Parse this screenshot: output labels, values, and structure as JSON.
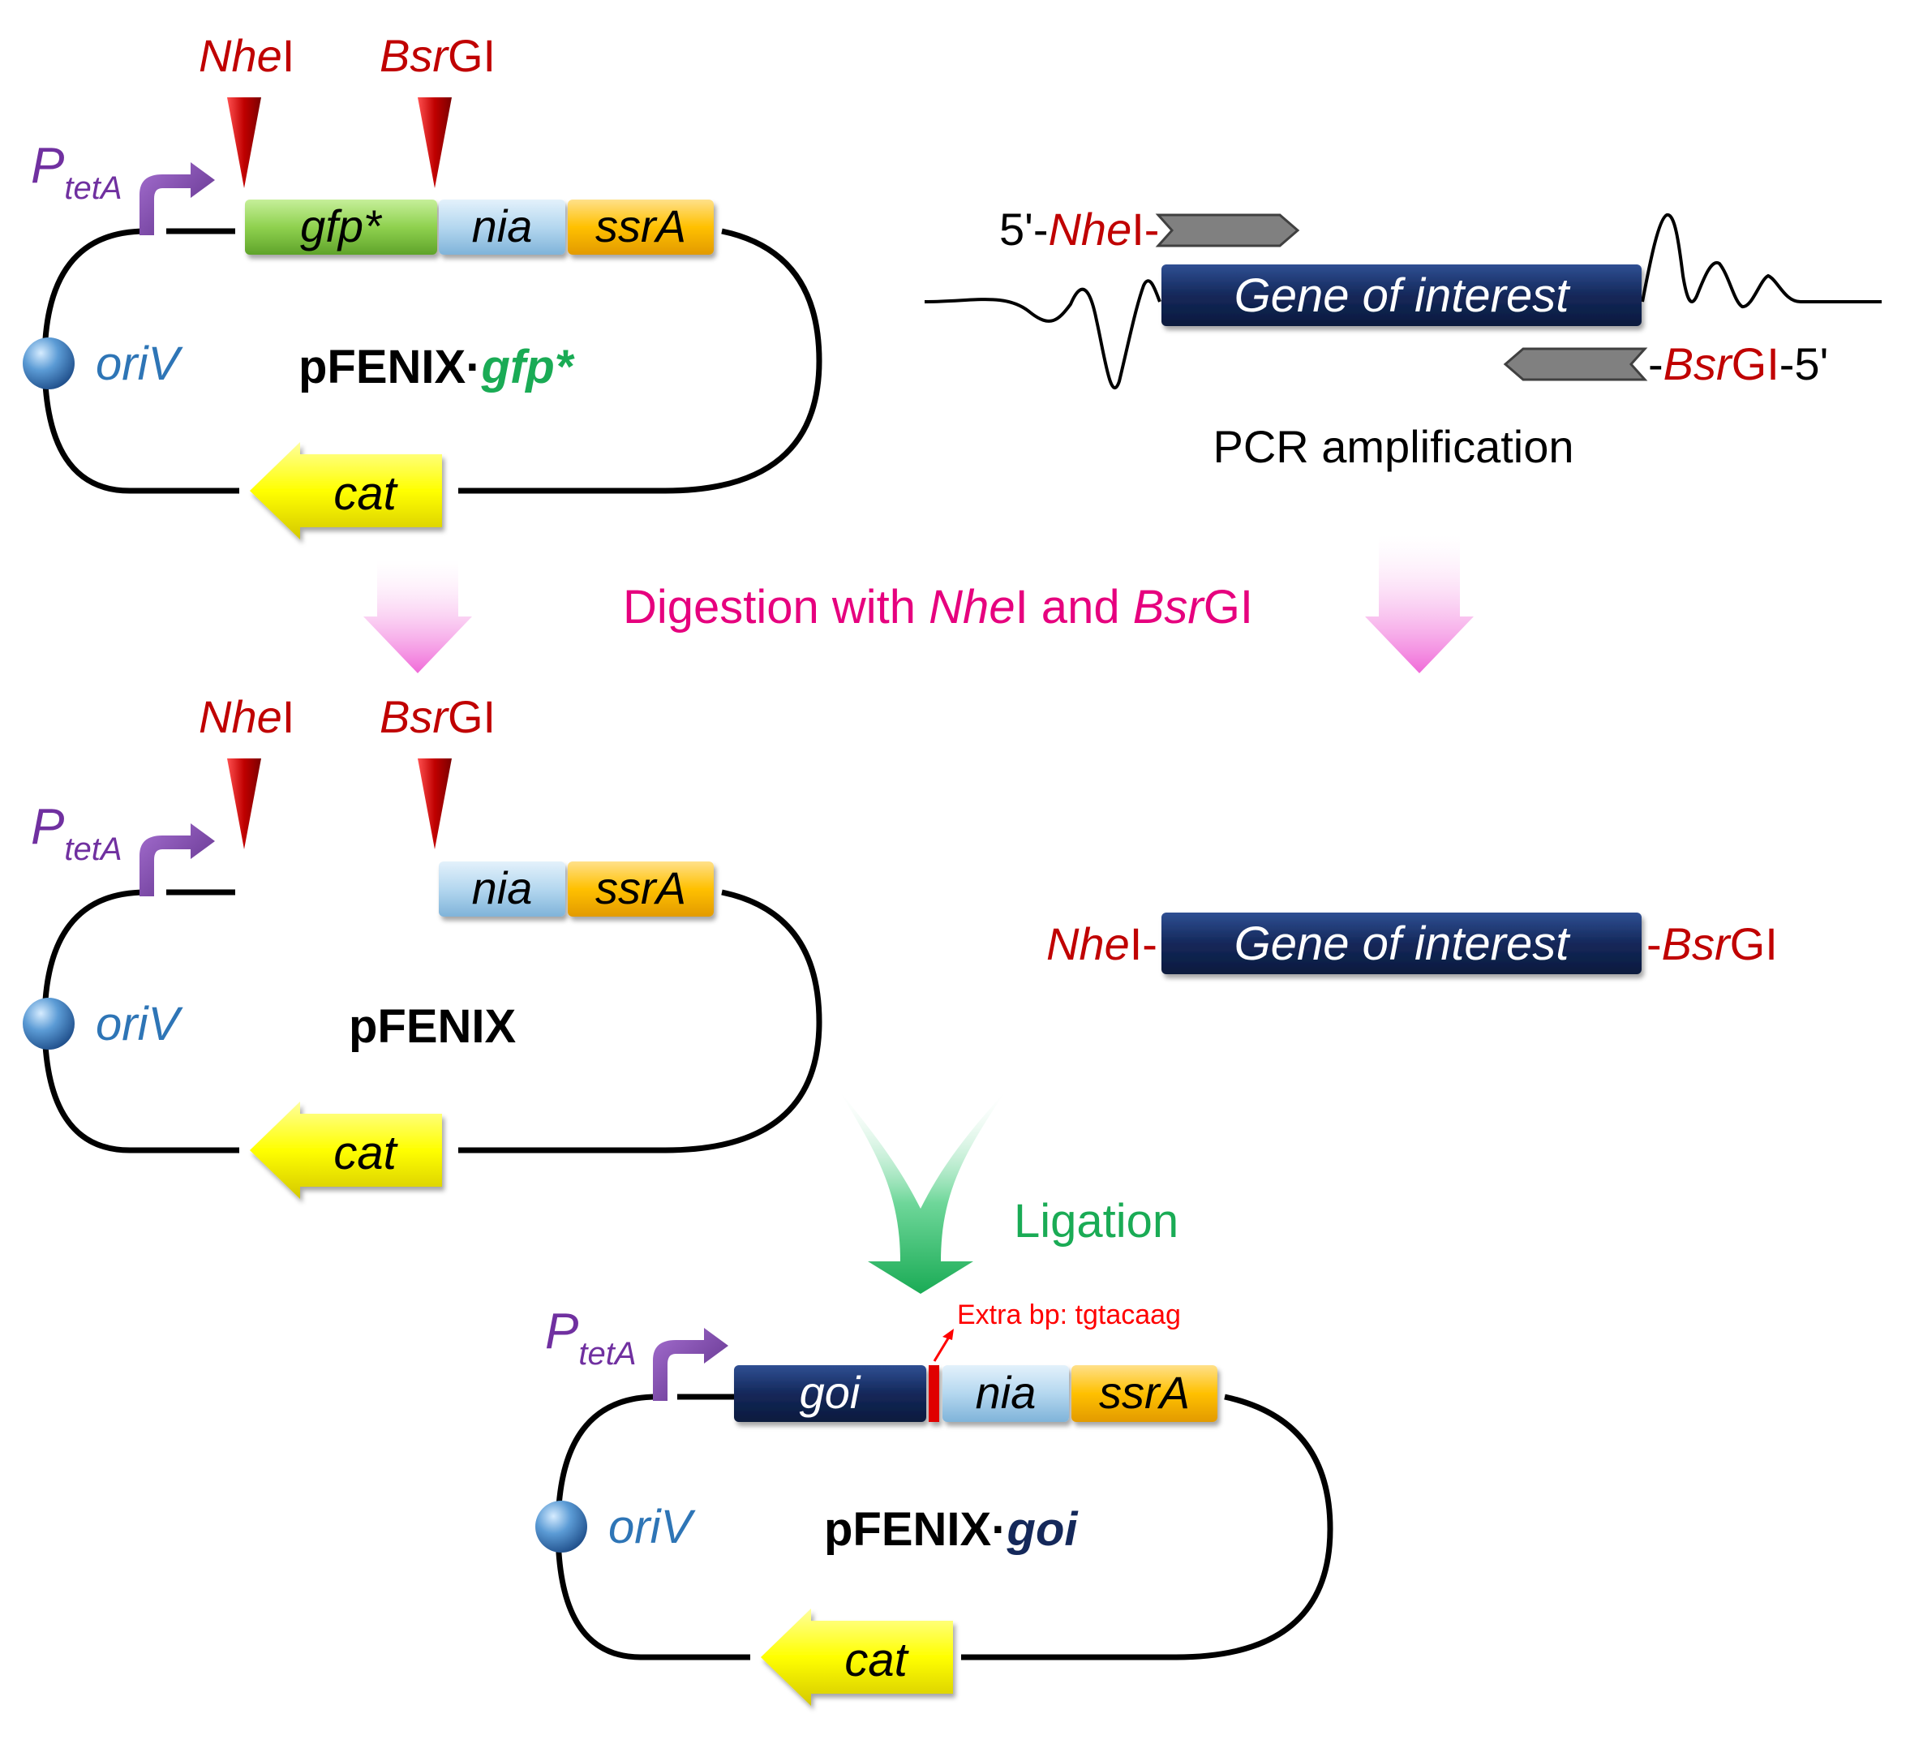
{
  "colors": {
    "enzyme": "#c00000",
    "promoter": "#7030a0",
    "ori": "#2e75b6",
    "digestion": "#e6007e",
    "ligation": "#1aab55",
    "extra_bp": "#ff0000",
    "gfp_box": "#8fd14f",
    "nia_box": "#b4d7ef",
    "ssra_box": "#ffc000",
    "goi_box": "#14285a",
    "cat_arrow": "#ffff00"
  },
  "top_left": {
    "site1_prefix": "Nhe",
    "site1_suffix": "I",
    "site2_prefix": "Bsr",
    "site2_suffix": "GI",
    "promoter_main": "P",
    "promoter_sub": "tetA",
    "gene1": "gfp*",
    "gene2": "nia",
    "gene3": "ssrA",
    "ori": "oriV",
    "name_plain": "pFENIX·",
    "name_gene": "gfp*",
    "marker": "cat"
  },
  "pcr": {
    "fwd_prefix": "5'-",
    "fwd_site": "Nhe",
    "fwd_site_suffix": "I-",
    "gene": "Gene of interest",
    "rev_prefix": "-",
    "rev_site": "Bsr",
    "rev_site_suffix": "GI",
    "rev_end": "-5'",
    "caption": "PCR amplification"
  },
  "digestion": {
    "text_a": "Digestion with ",
    "enzyme1": "Nhe",
    "text_b": "I and ",
    "enzyme2": "Bsr",
    "text_c": "GI"
  },
  "middle_left": {
    "site1_prefix": "Nhe",
    "site1_suffix": "I",
    "site2_prefix": "Bsr",
    "site2_suffix": "GI",
    "promoter_main": "P",
    "promoter_sub": "tetA",
    "gene2": "nia",
    "gene3": "ssrA",
    "ori": "oriV",
    "name": "pFENIX",
    "marker": "cat"
  },
  "fragment": {
    "left_site": "Nhe",
    "left_suffix": "I-",
    "gene": "Gene of interest",
    "right_prefix": "-",
    "right_site": "Bsr",
    "right_suffix": "GI"
  },
  "ligation": {
    "label": "Ligation"
  },
  "bottom": {
    "extra_bp": "Extra bp: tgtacaag",
    "promoter_main": "P",
    "promoter_sub": "tetA",
    "gene1": "goi",
    "gene2": "nia",
    "gene3": "ssrA",
    "ori": "oriV",
    "name_plain": "pFENIX·",
    "name_gene": "goi",
    "marker": "cat"
  }
}
